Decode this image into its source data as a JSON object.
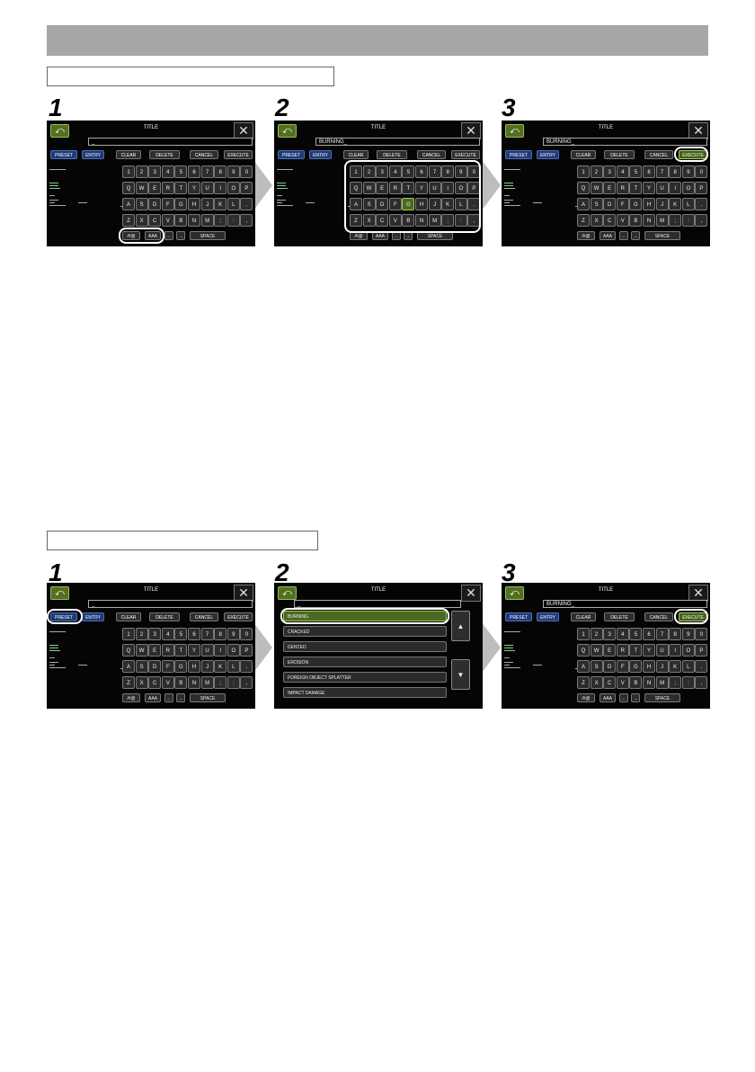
{
  "section1": {
    "box_label": ""
  },
  "section2": {
    "box_label": ""
  },
  "steps": [
    "1",
    "2",
    "3"
  ],
  "screen": {
    "title": "TITLE",
    "back_icon": "undo-arrow-icon",
    "close_icon": "close-x-icon",
    "buttons": {
      "preset": "PRESET",
      "entry": "ENTRY",
      "clear": "CLEAR",
      "delete": "DELETE",
      "cancel": "CANCEL",
      "execute": "EXECUTE"
    },
    "keyboard_rows": [
      [
        "1",
        "2",
        "3",
        "4",
        "5",
        "6",
        "7",
        "8",
        "9",
        "0"
      ],
      [
        "Q",
        "W",
        "E",
        "R",
        "T",
        "Y",
        "U",
        "I",
        "O",
        "P"
      ],
      [
        "A",
        "S",
        "D",
        "F",
        "G",
        "H",
        "J",
        "K",
        "L",
        "."
      ],
      [
        "Z",
        "X",
        "C",
        "V",
        "B",
        "N",
        "M",
        ";",
        ":",
        ","
      ]
    ],
    "bottom_keys": {
      "symbols": "/#@",
      "case": "AAA",
      "left": "←",
      "right": "→",
      "space": "SPACE"
    }
  },
  "fields": {
    "empty": "_",
    "burning": "BURNING_"
  },
  "preset_list": {
    "items": [
      "BURNING",
      "CRACKED",
      "DENTED",
      "EROSION",
      "FOREIGN OBJECT SPLATTER",
      "IMPACT DAMAGE"
    ],
    "up": "▲",
    "down": "▼"
  },
  "colors": {
    "screen_bg": "#050505",
    "highlight_green": "#4a6a1f",
    "preset_blue": "#1f3a78",
    "arrow_gray": "#bdbdbd",
    "header_gray": "#a7a7a7"
  }
}
